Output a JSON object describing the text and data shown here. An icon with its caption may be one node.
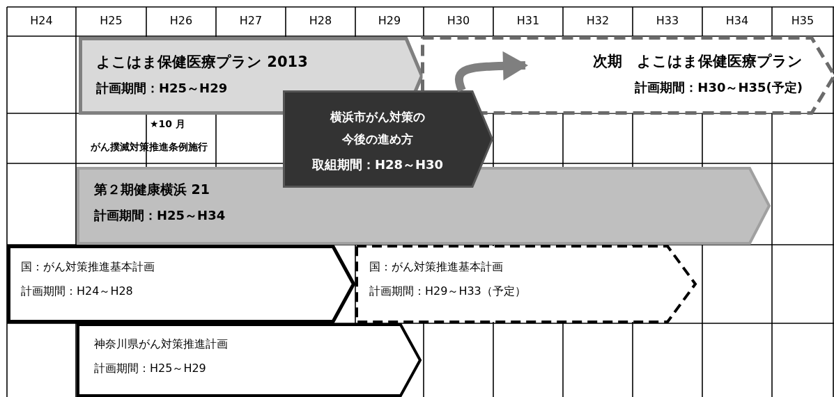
{
  "diagram": {
    "nodes": [
      {
        "text": [
          "よこはま保健医療プラン 2013",
          "計画期間：H25～H29"
        ]
      },
      {
        "text": [
          "次期　よこはま保健医療プラン",
          "計画期間：H30～H35(予定)"
        ]
      },
      {
        "text": [
          "横浜市がん対策の今後の進め方",
          "取組期間：H28～H30"
        ]
      },
      {
        "text": [
          "第２期健康横浜 21",
          "計画期間：H25～H34"
        ]
      },
      {
        "text": [
          "国：がん対策推進基本計画",
          "計画期間：H24～H28"
        ]
      },
      {
        "text": [
          "国：がん対策推進基本計画",
          "計画期間：H29～H33（予定）"
        ]
      },
      {
        "text": [
          "神奈川県がん対策推進計画",
          "計画期間：H25～H29"
        ]
      }
    ],
    "edges": [
      {
        "from": 2,
        "to": 1,
        "arrow": "to",
        "color": "#7f7f7f"
      }
    ],
    "labels": [
      "H24",
      "H25",
      "H26",
      "H27",
      "H28",
      "H29",
      "H30",
      "H31",
      "H32",
      "H33",
      "H34",
      "H35",
      "★10 月",
      "がん撲滅対策推進条例施行"
    ]
  }
}
